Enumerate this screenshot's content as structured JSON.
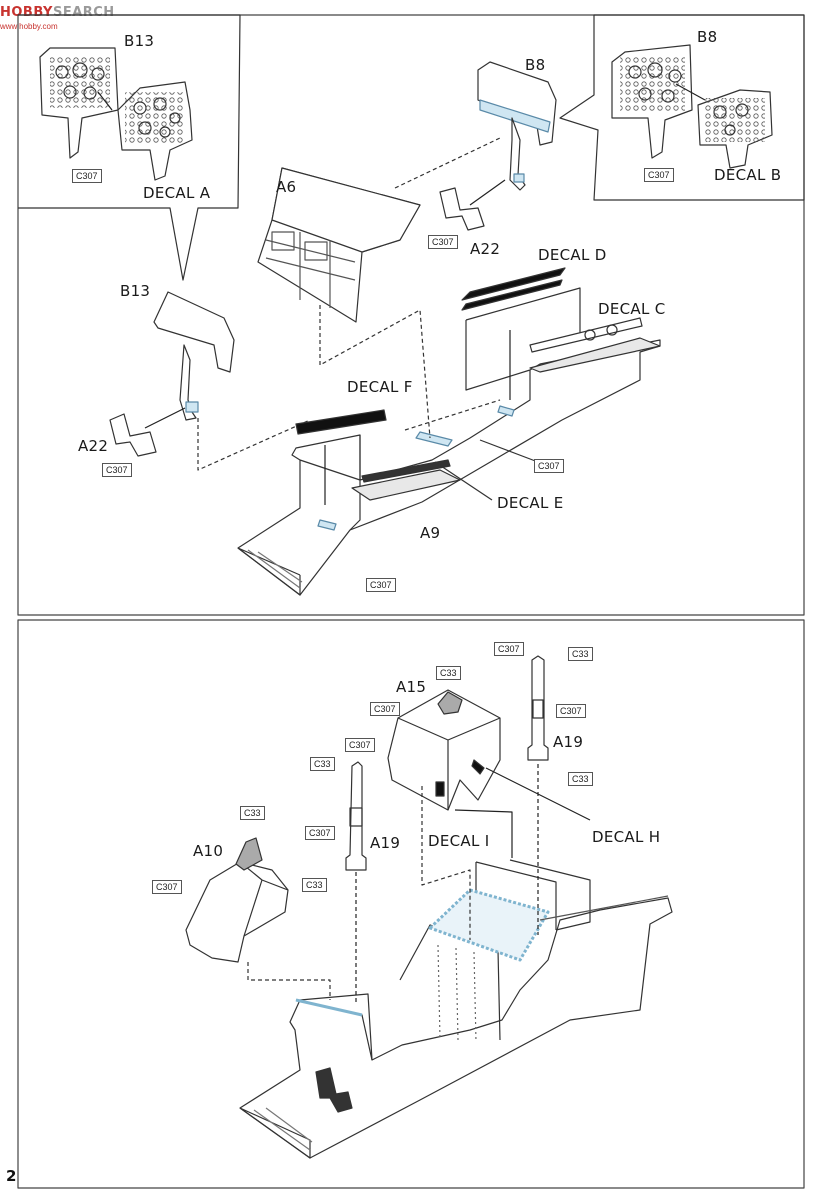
{
  "watermark": {
    "logo": "HOBBY",
    "text": "SEARCH",
    "url": "www.hobby.com"
  },
  "page_number": "2",
  "top_panel": {
    "labels": {
      "b13_inset": "B13",
      "b8_inset": "B8",
      "b8": "B8",
      "b13": "B13",
      "a6": "A6",
      "a22_right": "A22",
      "a22_left": "A22",
      "a9": "A9"
    },
    "decals": {
      "a": "DECAL A",
      "b": "DECAL B",
      "c": "DECAL C",
      "d": "DECAL D",
      "e": "DECAL E",
      "f": "DECAL F"
    },
    "refs": {
      "c307_inset_left": "C307",
      "c307_inset_right": "C307",
      "c307_a6": "C307",
      "c307_a22": "C307",
      "c307_tub_right": "C307",
      "c307_tub_bottom": "C307"
    }
  },
  "bottom_panel": {
    "labels": {
      "a15": "A15",
      "a19_right": "A19",
      "a19_left": "A19",
      "a10": "A10"
    },
    "decals": {
      "h": "DECAL H",
      "i": "DECAL I"
    },
    "refs": {
      "c33_a15": "C33",
      "c307_a15": "C307",
      "c307_a19r_top": "C307",
      "c33_a19r_top": "C33",
      "c307_a19r_mid": "C307",
      "c33_a19r_bottom": "C33",
      "c307_a19l_top": "C307",
      "c33_a19l_top": "C33",
      "c307_a19l_mid": "C307",
      "c33_a10_top": "C33",
      "c307_a10": "C307",
      "c33_a10_side": "C33"
    }
  }
}
